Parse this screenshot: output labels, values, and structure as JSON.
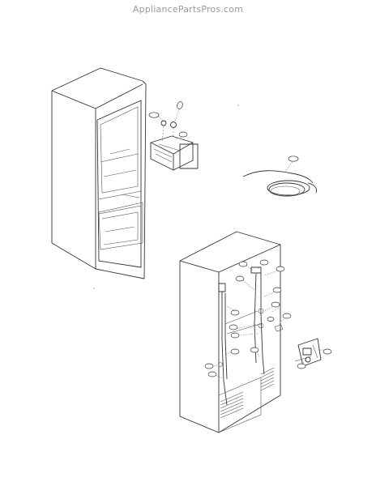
{
  "watermark": "AppliancePartsPros.com",
  "callouts": [
    {
      "id": "c1",
      "label": ""
    },
    {
      "id": "c2",
      "label": ""
    },
    {
      "id": "c3",
      "label": ""
    },
    {
      "id": "c4",
      "label": ""
    },
    {
      "id": "c5",
      "label": ""
    },
    {
      "id": "c6",
      "label": ""
    },
    {
      "id": "c7",
      "label": ""
    },
    {
      "id": "c8",
      "label": ""
    },
    {
      "id": "c9",
      "label": ""
    },
    {
      "id": "c10",
      "label": ""
    },
    {
      "id": "c11",
      "label": ""
    },
    {
      "id": "c12",
      "label": ""
    },
    {
      "id": "c13",
      "label": ""
    },
    {
      "id": "c14",
      "label": ""
    },
    {
      "id": "c15",
      "label": ""
    },
    {
      "id": "c16",
      "label": ""
    },
    {
      "id": "c17",
      "label": ""
    },
    {
      "id": "c18",
      "label": ""
    },
    {
      "id": "c19",
      "label": ""
    },
    {
      "id": "c20",
      "label": ""
    },
    {
      "id": "c21",
      "label": ""
    }
  ]
}
